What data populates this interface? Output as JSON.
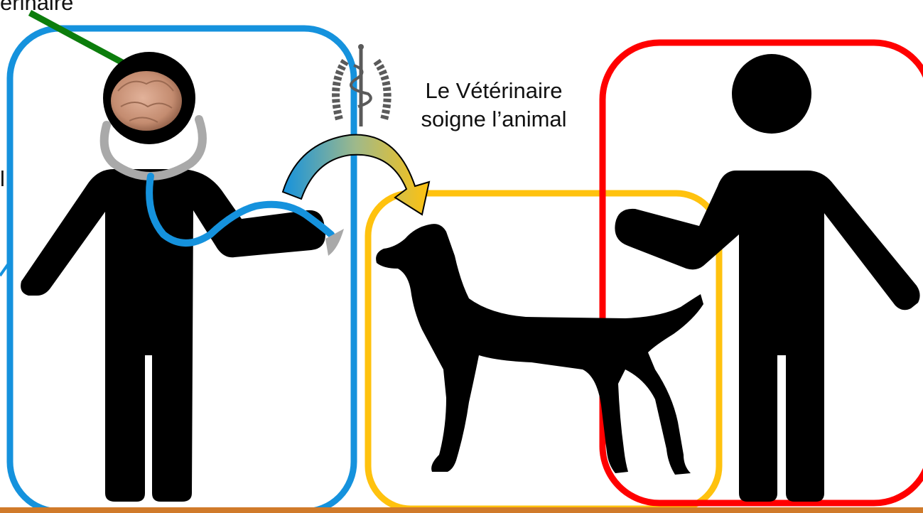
{
  "caption": {
    "line1": "Le Vétérinaire",
    "line2": "soigne l’animal"
  },
  "fragments": {
    "top_left": "érinaire",
    "left_edge": "l"
  },
  "colors": {
    "veterinarian_frame": "#1592dd",
    "animal_frame": "#ffc20e",
    "owner_frame": "#ff0000",
    "pointer_line": "#0c7d0c",
    "stethoscope_tube": "#1592dd",
    "stethoscope_metal": "#a9a9a9",
    "silhouette": "#000000",
    "brain": "#c99478",
    "bottom_rule": "#d07a2a"
  },
  "icons": [
    "veterinarian-silhouette-icon",
    "stethoscope-icon",
    "brain-icon",
    "caduceus-emblem-icon",
    "dog-silhouette-icon",
    "owner-silhouette-icon",
    "curved-arrow-icon"
  ]
}
